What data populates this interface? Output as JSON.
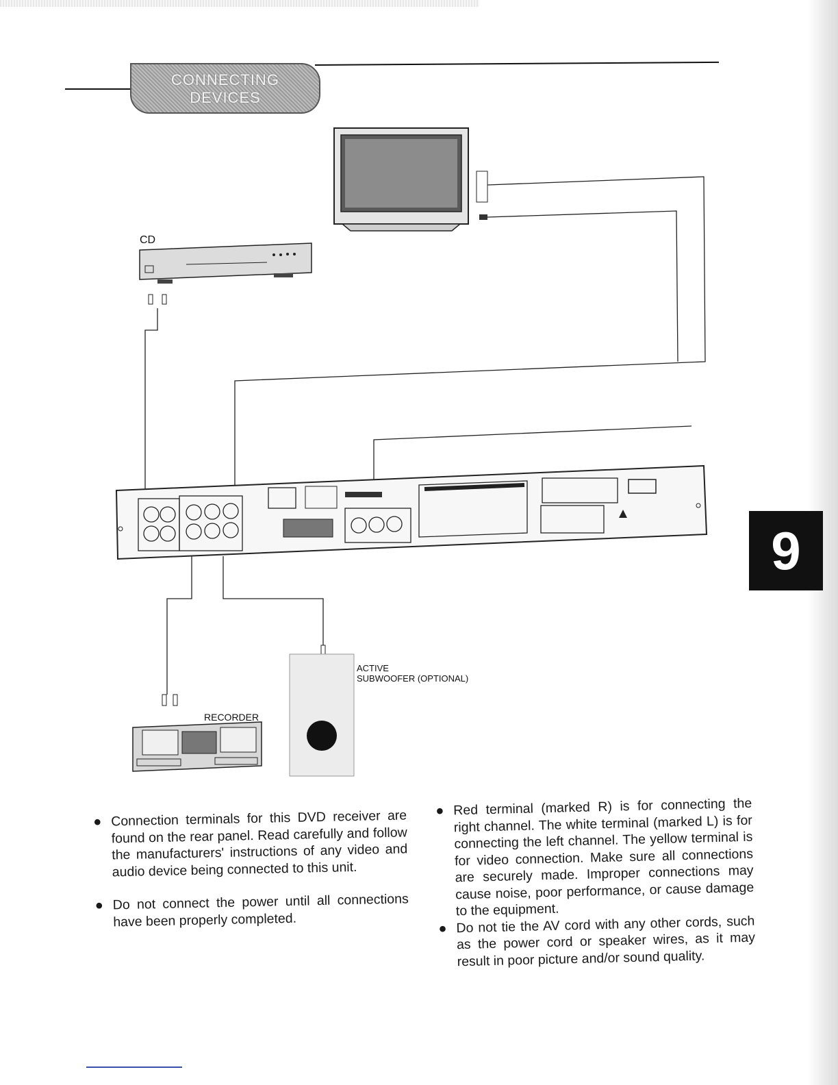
{
  "header": {
    "title_line1": "CONNECTING",
    "title_line2": "DEVICES"
  },
  "diagram": {
    "labels": {
      "cd": "CD",
      "recorder": "RECORDER",
      "subwoofer_line1": "ACTIVE",
      "subwoofer_line2": "SUBWOOFER (OPTIONAL)"
    }
  },
  "page_number": "9",
  "notes_left": [
    "Connection terminals for this DVD receiver are found on the rear panel. Read carefully and follow the manufacturers' instructions of any video and audio device being connected to this unit.",
    "Do not connect the power until all connections have been properly completed."
  ],
  "notes_right": [
    "Red terminal (marked R) is for connecting the right channel. The white terminal (marked L) is for connecting the left channel. The yellow terminal is for video connection. Make sure all connections are securely made. Improper connections may cause noise, poor performance, or cause damage to the equipment.",
    "Do not tie the AV cord with any other cords, such as the power cord or speaker wires, as it may result in poor picture and/or sound quality."
  ],
  "bullet_symbol": "●"
}
